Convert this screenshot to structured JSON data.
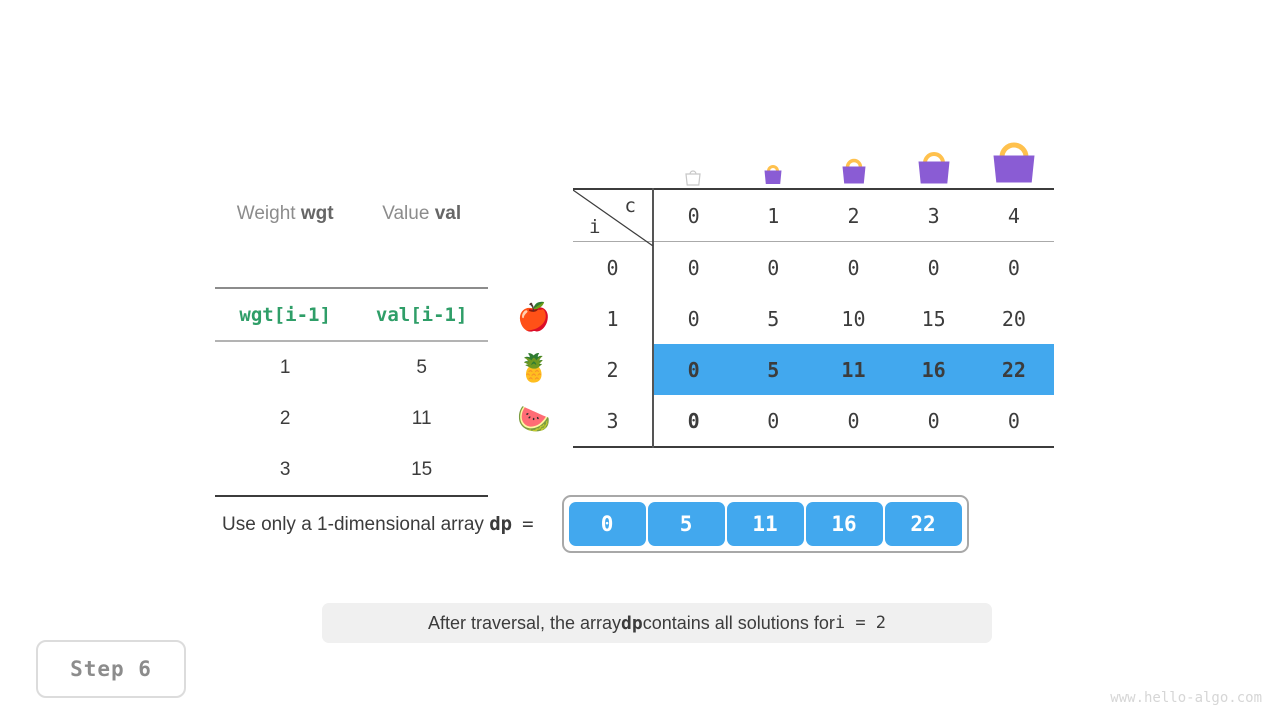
{
  "items_table": {
    "header": {
      "weight_prefix": "Weight ",
      "weight_var": "wgt",
      "value_prefix": "Value ",
      "value_var": "val"
    },
    "subheader": {
      "weight_expr": "wgt[i-1]",
      "value_expr": "val[i-1]"
    },
    "rows": [
      {
        "weight": "1",
        "value": "5",
        "fruit": "apple-icon",
        "glyph": "🍎"
      },
      {
        "weight": "2",
        "value": "11",
        "fruit": "pineapple-icon",
        "glyph": "🍍"
      },
      {
        "weight": "3",
        "value": "15",
        "fruit": "watermelon-icon",
        "glyph": "🍉"
      }
    ]
  },
  "dp_matrix": {
    "corner": {
      "col_label": "c",
      "row_label": "i"
    },
    "capacities": [
      "0",
      "1",
      "2",
      "3",
      "4"
    ],
    "bag_icons": [
      "bag-empty-icon",
      "bag-size-1-icon",
      "bag-size-2-icon",
      "bag-size-3-icon",
      "bag-size-4-icon"
    ],
    "rows": [
      {
        "index": "0",
        "values": [
          "0",
          "0",
          "0",
          "0",
          "0"
        ],
        "state": "normal"
      },
      {
        "index": "1",
        "values": [
          "0",
          "5",
          "10",
          "15",
          "20"
        ],
        "state": "normal"
      },
      {
        "index": "2",
        "values": [
          "0",
          "5",
          "11",
          "16",
          "22"
        ],
        "state": "highlight"
      },
      {
        "index": "3",
        "values": [
          "0",
          "0",
          "0",
          "0",
          "0"
        ],
        "state": "pending"
      }
    ]
  },
  "dp_array": {
    "label_prefix": "Use only a 1-dimensional array  ",
    "label_var": "dp",
    "equals": "=",
    "values": [
      "0",
      "5",
      "11",
      "16",
      "22"
    ]
  },
  "caption": {
    "part1": "After traversal, the array ",
    "bold": "dp",
    "part2": " contains all solutions for ",
    "mono": "i = 2"
  },
  "step_badge": {
    "text": "Step 6"
  },
  "watermark": {
    "text": "www.hello-algo.com"
  },
  "colors": {
    "highlight_blue": "#42a8ee",
    "green_code": "#2f9e68",
    "bag_purple": "#8a5cd4",
    "bag_handle": "#ffc14d",
    "faded_gray": "#e2e2e2",
    "caption_bg": "#f0f0f0"
  }
}
